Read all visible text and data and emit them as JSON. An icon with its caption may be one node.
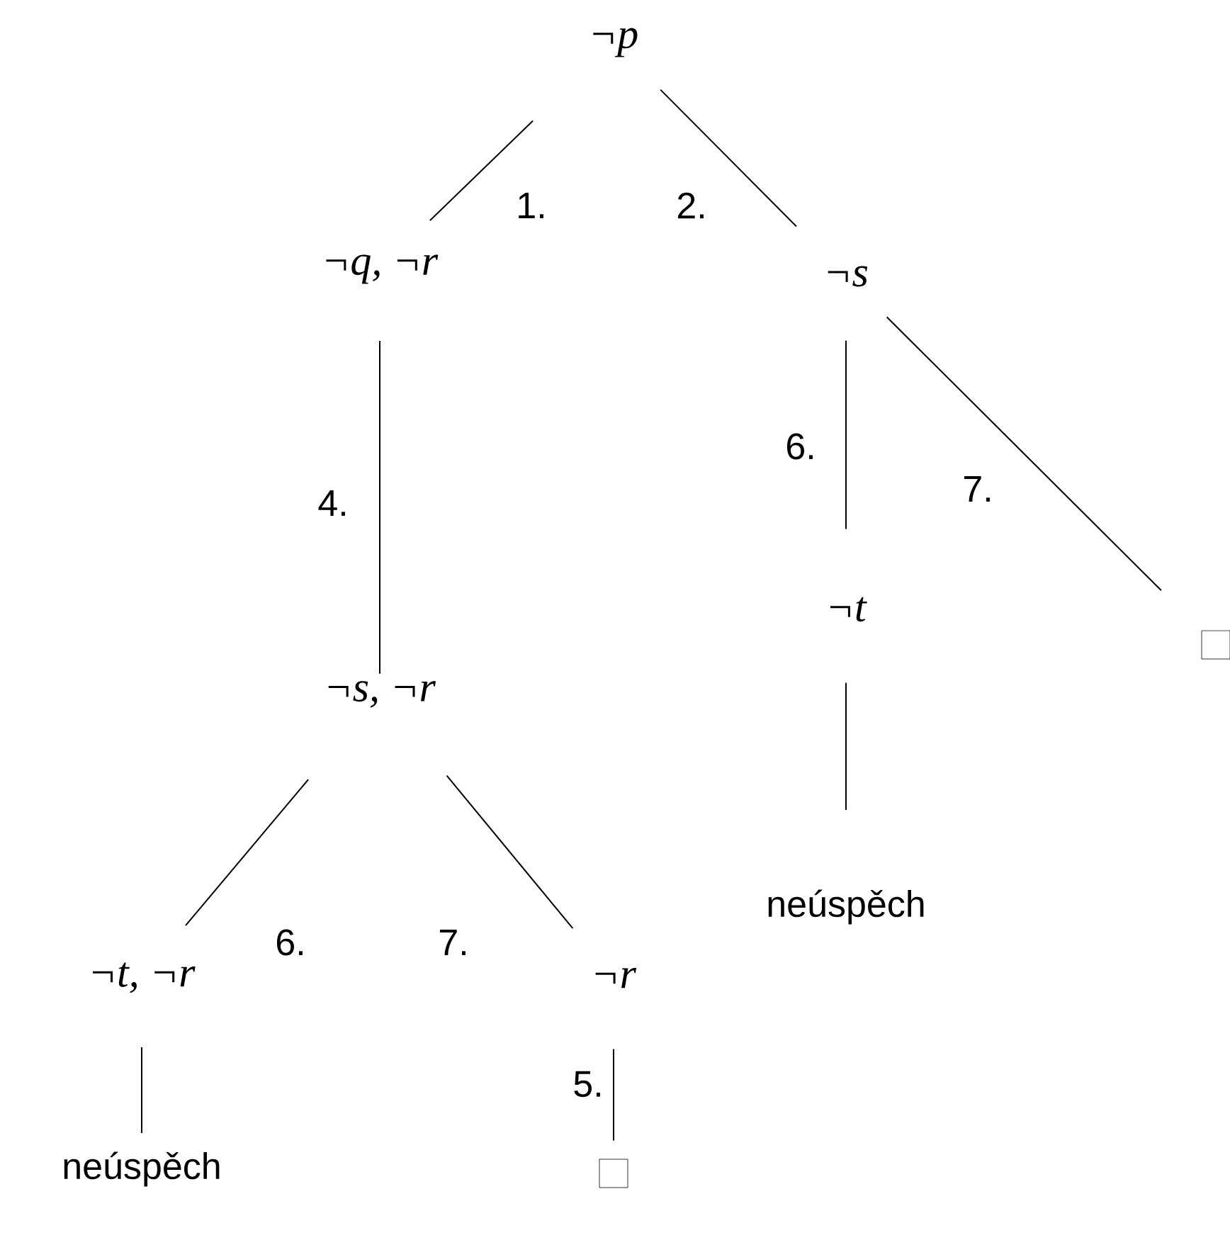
{
  "diagram": {
    "nodes": [
      {
        "text": [
          "¬p"
        ]
      },
      {
        "text": [
          "¬q, ¬r"
        ]
      },
      {
        "text": [
          "¬s"
        ]
      },
      {
        "text": [
          "¬s, ¬r"
        ]
      },
      {
        "text": [
          "¬t"
        ]
      },
      {
        "text": [],
        "shape": "box"
      },
      {
        "text": [
          "neúspěch"
        ]
      },
      {
        "text": [
          "¬t, ¬r"
        ]
      },
      {
        "text": [
          "¬r"
        ]
      },
      {
        "text": [
          "neúspěch"
        ]
      },
      {
        "text": [],
        "shape": "box"
      }
    ],
    "edges": [
      {
        "from": 0,
        "to": 1,
        "arrow": "none",
        "label": "1."
      },
      {
        "from": 0,
        "to": 2,
        "arrow": "none",
        "label": "2."
      },
      {
        "from": 1,
        "to": 3,
        "arrow": "none",
        "label": "4."
      },
      {
        "from": 2,
        "to": 4,
        "arrow": "none",
        "label": "6."
      },
      {
        "from": 2,
        "to": 5,
        "arrow": "none",
        "label": "7."
      },
      {
        "from": 4,
        "to": 6,
        "arrow": "none"
      },
      {
        "from": 3,
        "to": 7,
        "arrow": "none",
        "label": "6."
      },
      {
        "from": 3,
        "to": 8,
        "arrow": "none",
        "label": "7."
      },
      {
        "from": 7,
        "to": 9,
        "arrow": "none"
      },
      {
        "from": 8,
        "to": 10,
        "arrow": "none",
        "label": "5."
      }
    ]
  }
}
